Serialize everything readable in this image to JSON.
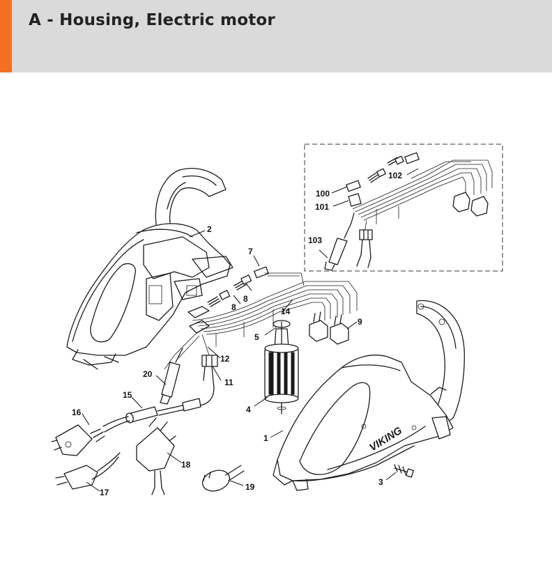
{
  "header": {
    "title": "A - Housing, Electric motor",
    "accent_color": "#f37021",
    "background_color": "#dadada"
  },
  "diagram": {
    "brand_mark": "VIKING",
    "callouts": [
      "1",
      "2",
      "3",
      "4",
      "5",
      "7",
      "8",
      "8",
      "9",
      "11",
      "12",
      "14",
      "15",
      "16",
      "17",
      "18",
      "19",
      "20",
      "100",
      "101",
      "102",
      "103"
    ]
  }
}
